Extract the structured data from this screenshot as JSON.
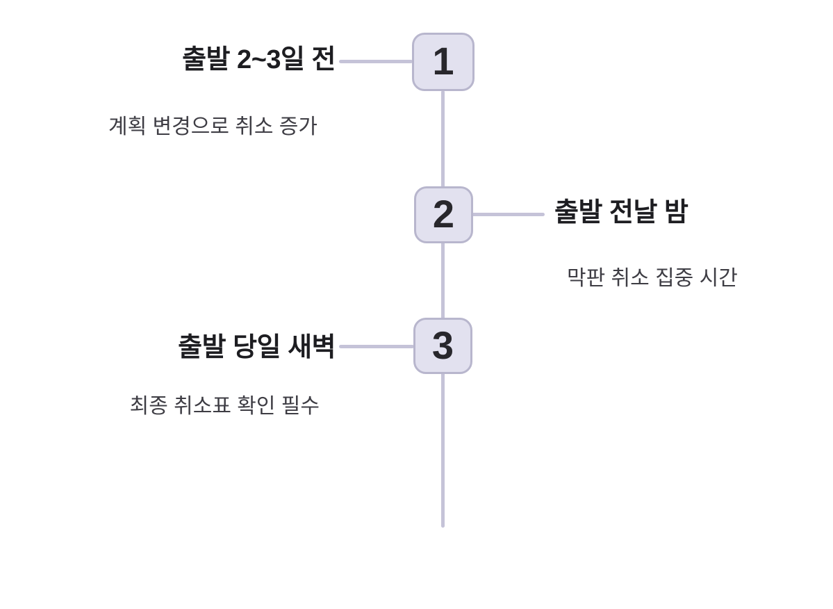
{
  "timeline": {
    "steps": [
      {
        "number": "1",
        "title": "출발 2~3일 전",
        "subtitle": "계획 변경으로 취소 증가",
        "side": "left"
      },
      {
        "number": "2",
        "title": "출발 전날 밤",
        "subtitle": "막판 취소 집중 시간",
        "side": "right"
      },
      {
        "number": "3",
        "title": "출발 당일 새벽",
        "subtitle": "최종 취소표 확인 필수",
        "side": "left"
      }
    ],
    "colors": {
      "background": "#ffffff",
      "node_fill": "#e2e1ef",
      "node_border": "#b8b6cd",
      "line": "#c5c3d8",
      "title_text": "#1d1d21",
      "subtitle_text": "#3e3d44",
      "number_text": "#28272c"
    }
  }
}
